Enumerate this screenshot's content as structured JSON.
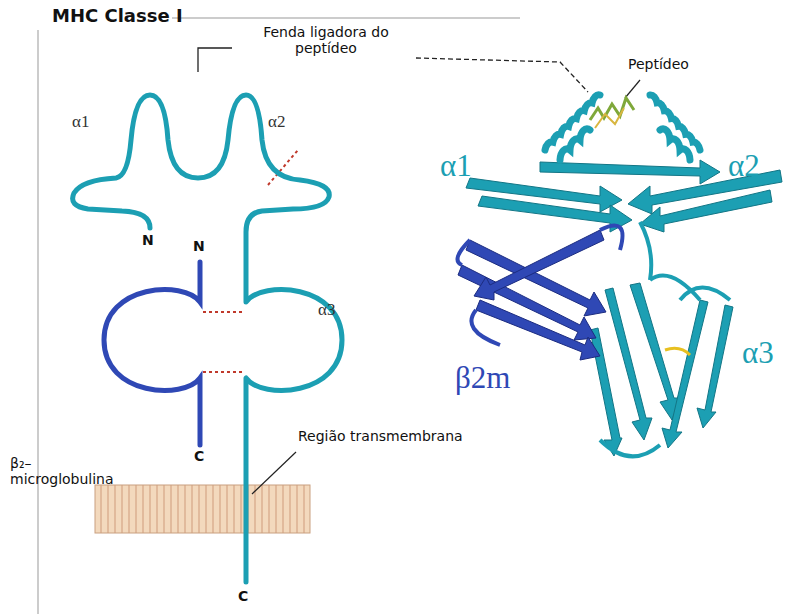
{
  "diagram": {
    "title": "MHC Classe I",
    "labels": [
      "Fenda ligadora do peptídeo",
      "Peptídeo",
      "α1",
      "α2",
      "N",
      "N",
      "α3",
      "β₂– microglobulina",
      "C",
      "Região transmembrana",
      "C",
      "α1",
      "α2",
      "β2m",
      "α3"
    ]
  }
}
